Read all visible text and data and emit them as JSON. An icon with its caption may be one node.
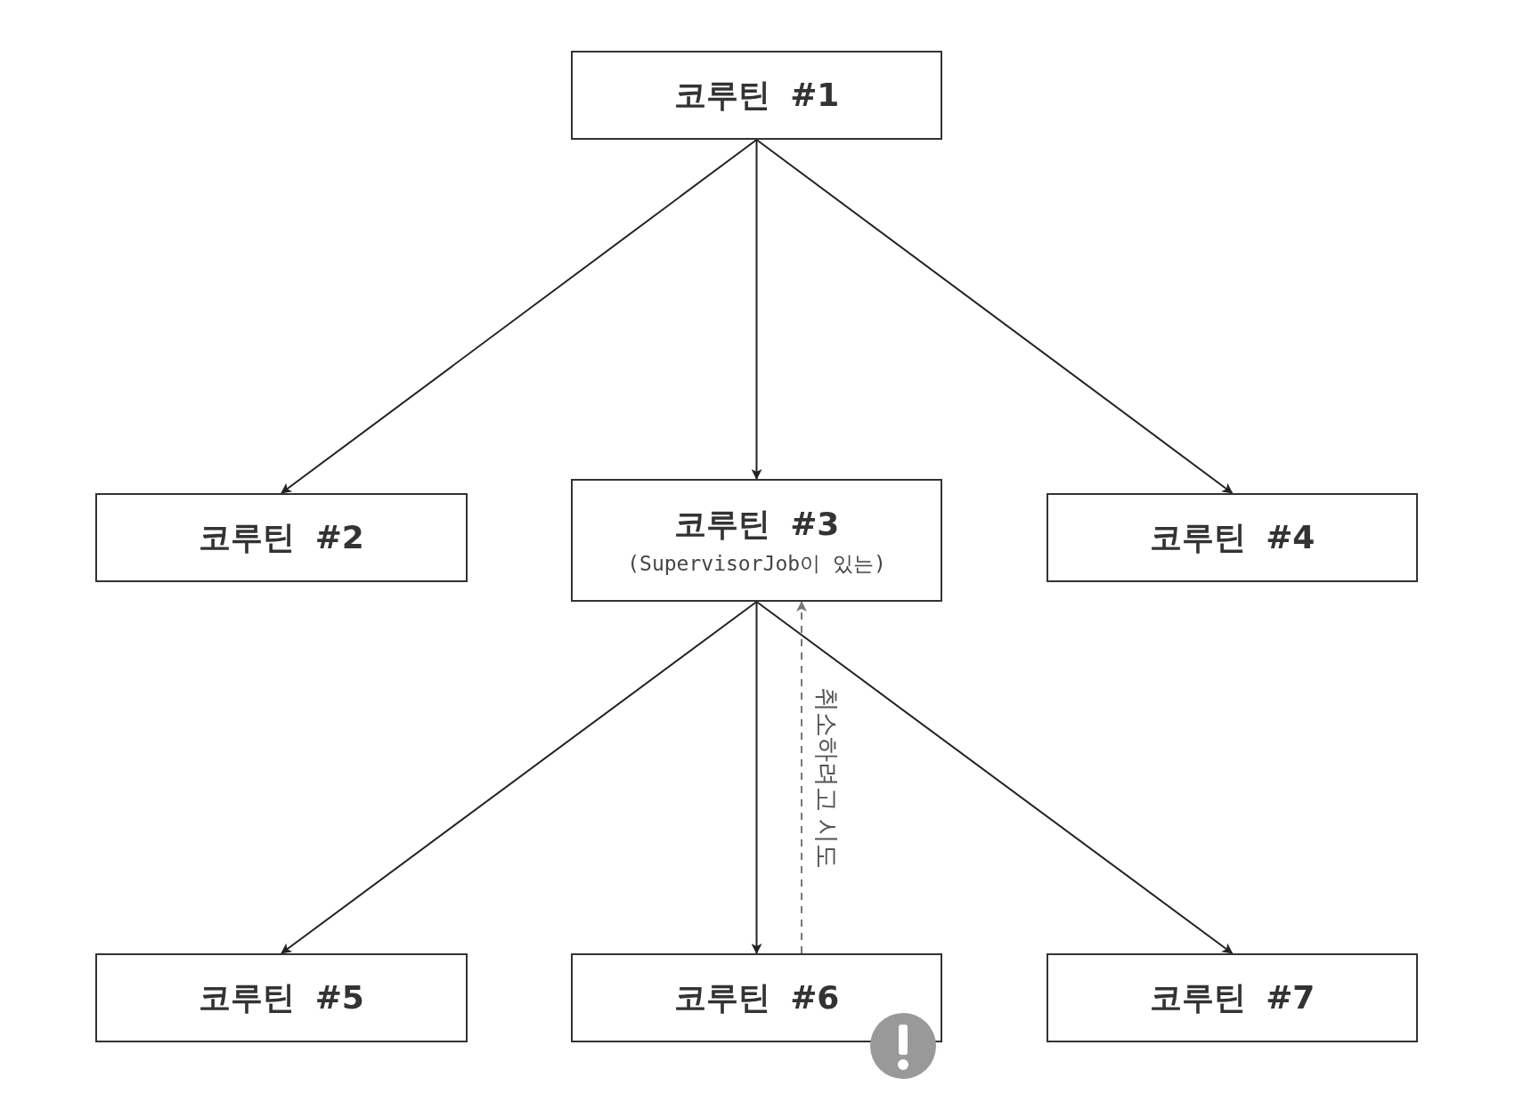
{
  "diagram": {
    "nodes": [
      {
        "text": [
          "코루틴 #1"
        ]
      },
      {
        "text": [
          "코루틴 #2"
        ]
      },
      {
        "text": [
          "코루틴 #3",
          "(SupervisorJob이 있는)"
        ]
      },
      {
        "text": [
          "코루틴 #4"
        ]
      },
      {
        "text": [
          "코루틴 #5"
        ]
      },
      {
        "text": [
          "코루틴 #6"
        ]
      },
      {
        "text": [
          "코루틴 #7"
        ]
      }
    ],
    "edges": [
      {
        "from": 0,
        "to": 1,
        "arrow": "to"
      },
      {
        "from": 0,
        "to": 2,
        "arrow": "to"
      },
      {
        "from": 0,
        "to": 3,
        "arrow": "to"
      },
      {
        "from": 2,
        "to": 4,
        "arrow": "to"
      },
      {
        "from": 2,
        "to": 5,
        "arrow": "to"
      },
      {
        "from": 2,
        "to": 6,
        "arrow": "to"
      },
      {
        "from": 5,
        "to": 2,
        "arrow": "to",
        "label": "취소하려고 시도",
        "style": "dashed",
        "color": "#777777"
      }
    ]
  }
}
